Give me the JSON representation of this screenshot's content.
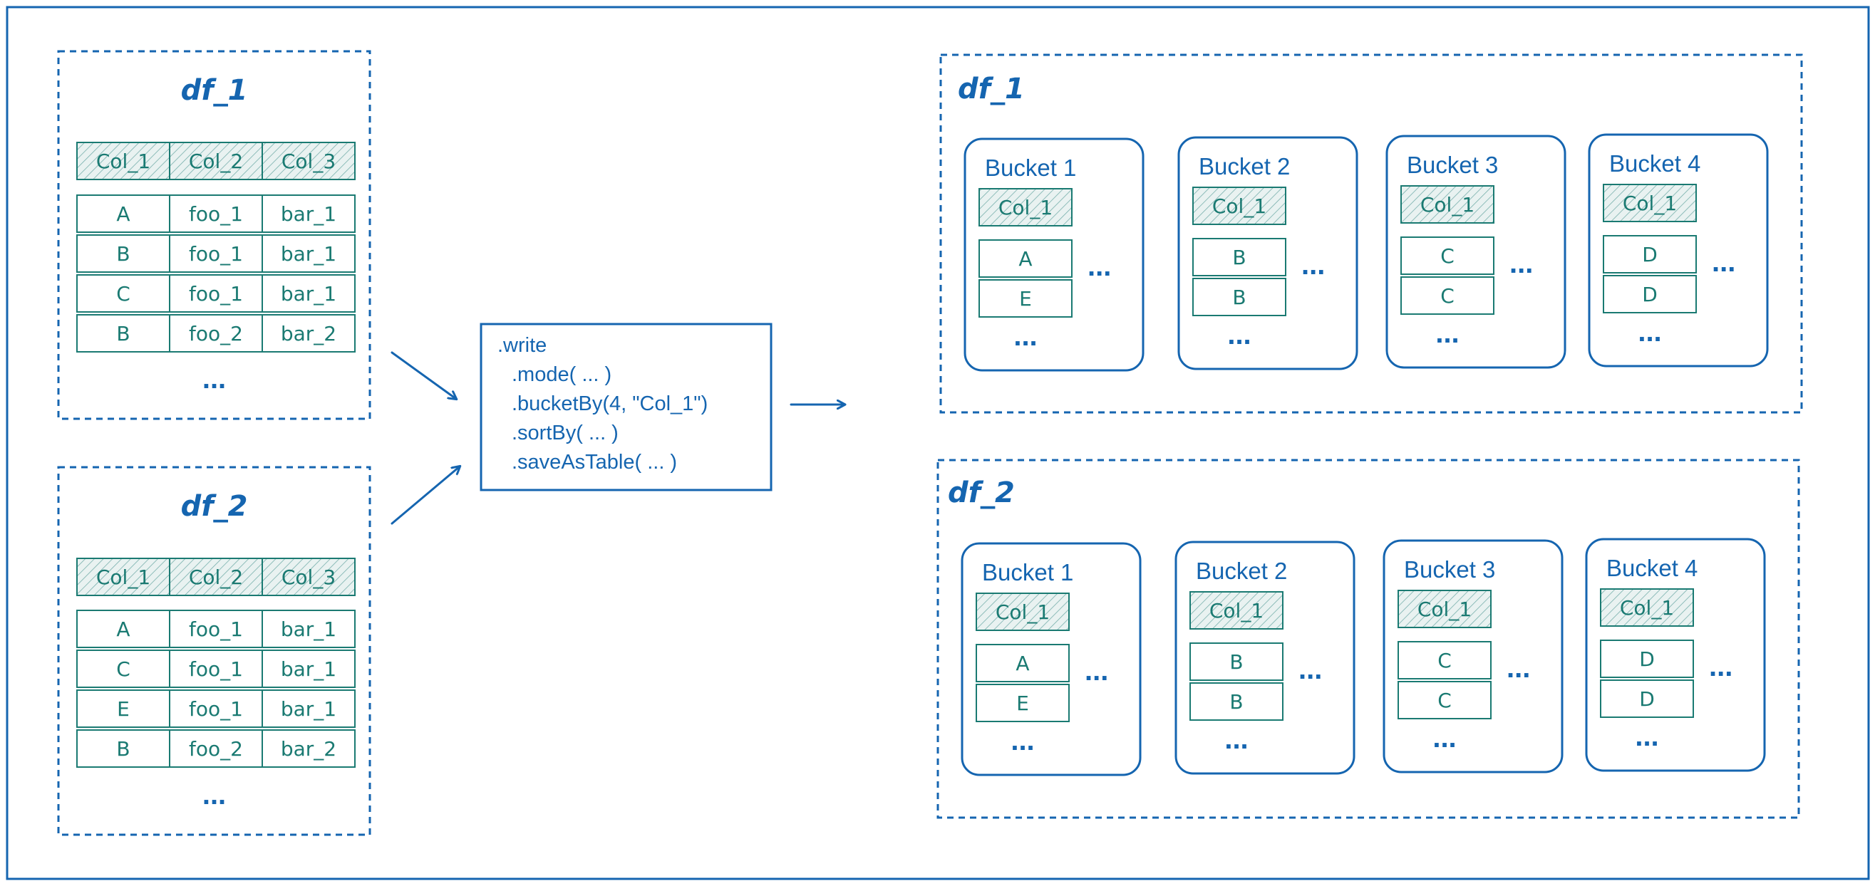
{
  "colors": {
    "stroke": "#1565b0",
    "cell_text": "#1a7a72",
    "header_fill": "#e9f2f1"
  },
  "source_frames": [
    {
      "title": "df_1",
      "headers": [
        "Col_1",
        "Col_2",
        "Col_3"
      ],
      "rows": [
        [
          "A",
          "foo_1",
          "bar_1"
        ],
        [
          "B",
          "foo_1",
          "bar_1"
        ],
        [
          "C",
          "foo_1",
          "bar_1"
        ],
        [
          "B",
          "foo_2",
          "bar_2"
        ]
      ],
      "ellipsis": "..."
    },
    {
      "title": "df_2",
      "headers": [
        "Col_1",
        "Col_2",
        "Col_3"
      ],
      "rows": [
        [
          "A",
          "foo_1",
          "bar_1"
        ],
        [
          "C",
          "foo_1",
          "bar_1"
        ],
        [
          "E",
          "foo_1",
          "bar_1"
        ],
        [
          "B",
          "foo_2",
          "bar_2"
        ]
      ],
      "ellipsis": "..."
    }
  ],
  "code_block": {
    "lines": [
      ".write",
      ".mode( ... )",
      ".bucketBy(4, \"Col_1\")",
      ".sortBy( ... )",
      ".saveAsTable( ... )"
    ]
  },
  "bucketed_frames": [
    {
      "title": "df_1",
      "buckets": [
        {
          "label": "Bucket 1",
          "header": "Col_1",
          "values": [
            "A",
            "E"
          ],
          "side_ellipsis": "...",
          "bottom_ellipsis": "..."
        },
        {
          "label": "Bucket 2",
          "header": "Col_1",
          "values": [
            "B",
            "B"
          ],
          "side_ellipsis": "...",
          "bottom_ellipsis": "..."
        },
        {
          "label": "Bucket 3",
          "header": "Col_1",
          "values": [
            "C",
            "C"
          ],
          "side_ellipsis": "...",
          "bottom_ellipsis": "..."
        },
        {
          "label": "Bucket 4",
          "header": "Col_1",
          "values": [
            "D",
            "D"
          ],
          "side_ellipsis": "...",
          "bottom_ellipsis": "..."
        }
      ]
    },
    {
      "title": "df_2",
      "buckets": [
        {
          "label": "Bucket 1",
          "header": "Col_1",
          "values": [
            "A",
            "E"
          ],
          "side_ellipsis": "...",
          "bottom_ellipsis": "..."
        },
        {
          "label": "Bucket 2",
          "header": "Col_1",
          "values": [
            "B",
            "B"
          ],
          "side_ellipsis": "...",
          "bottom_ellipsis": "..."
        },
        {
          "label": "Bucket 3",
          "header": "Col_1",
          "values": [
            "C",
            "C"
          ],
          "side_ellipsis": "...",
          "bottom_ellipsis": "..."
        },
        {
          "label": "Bucket 4",
          "header": "Col_1",
          "values": [
            "D",
            "D"
          ],
          "side_ellipsis": "...",
          "bottom_ellipsis": "..."
        }
      ]
    }
  ]
}
